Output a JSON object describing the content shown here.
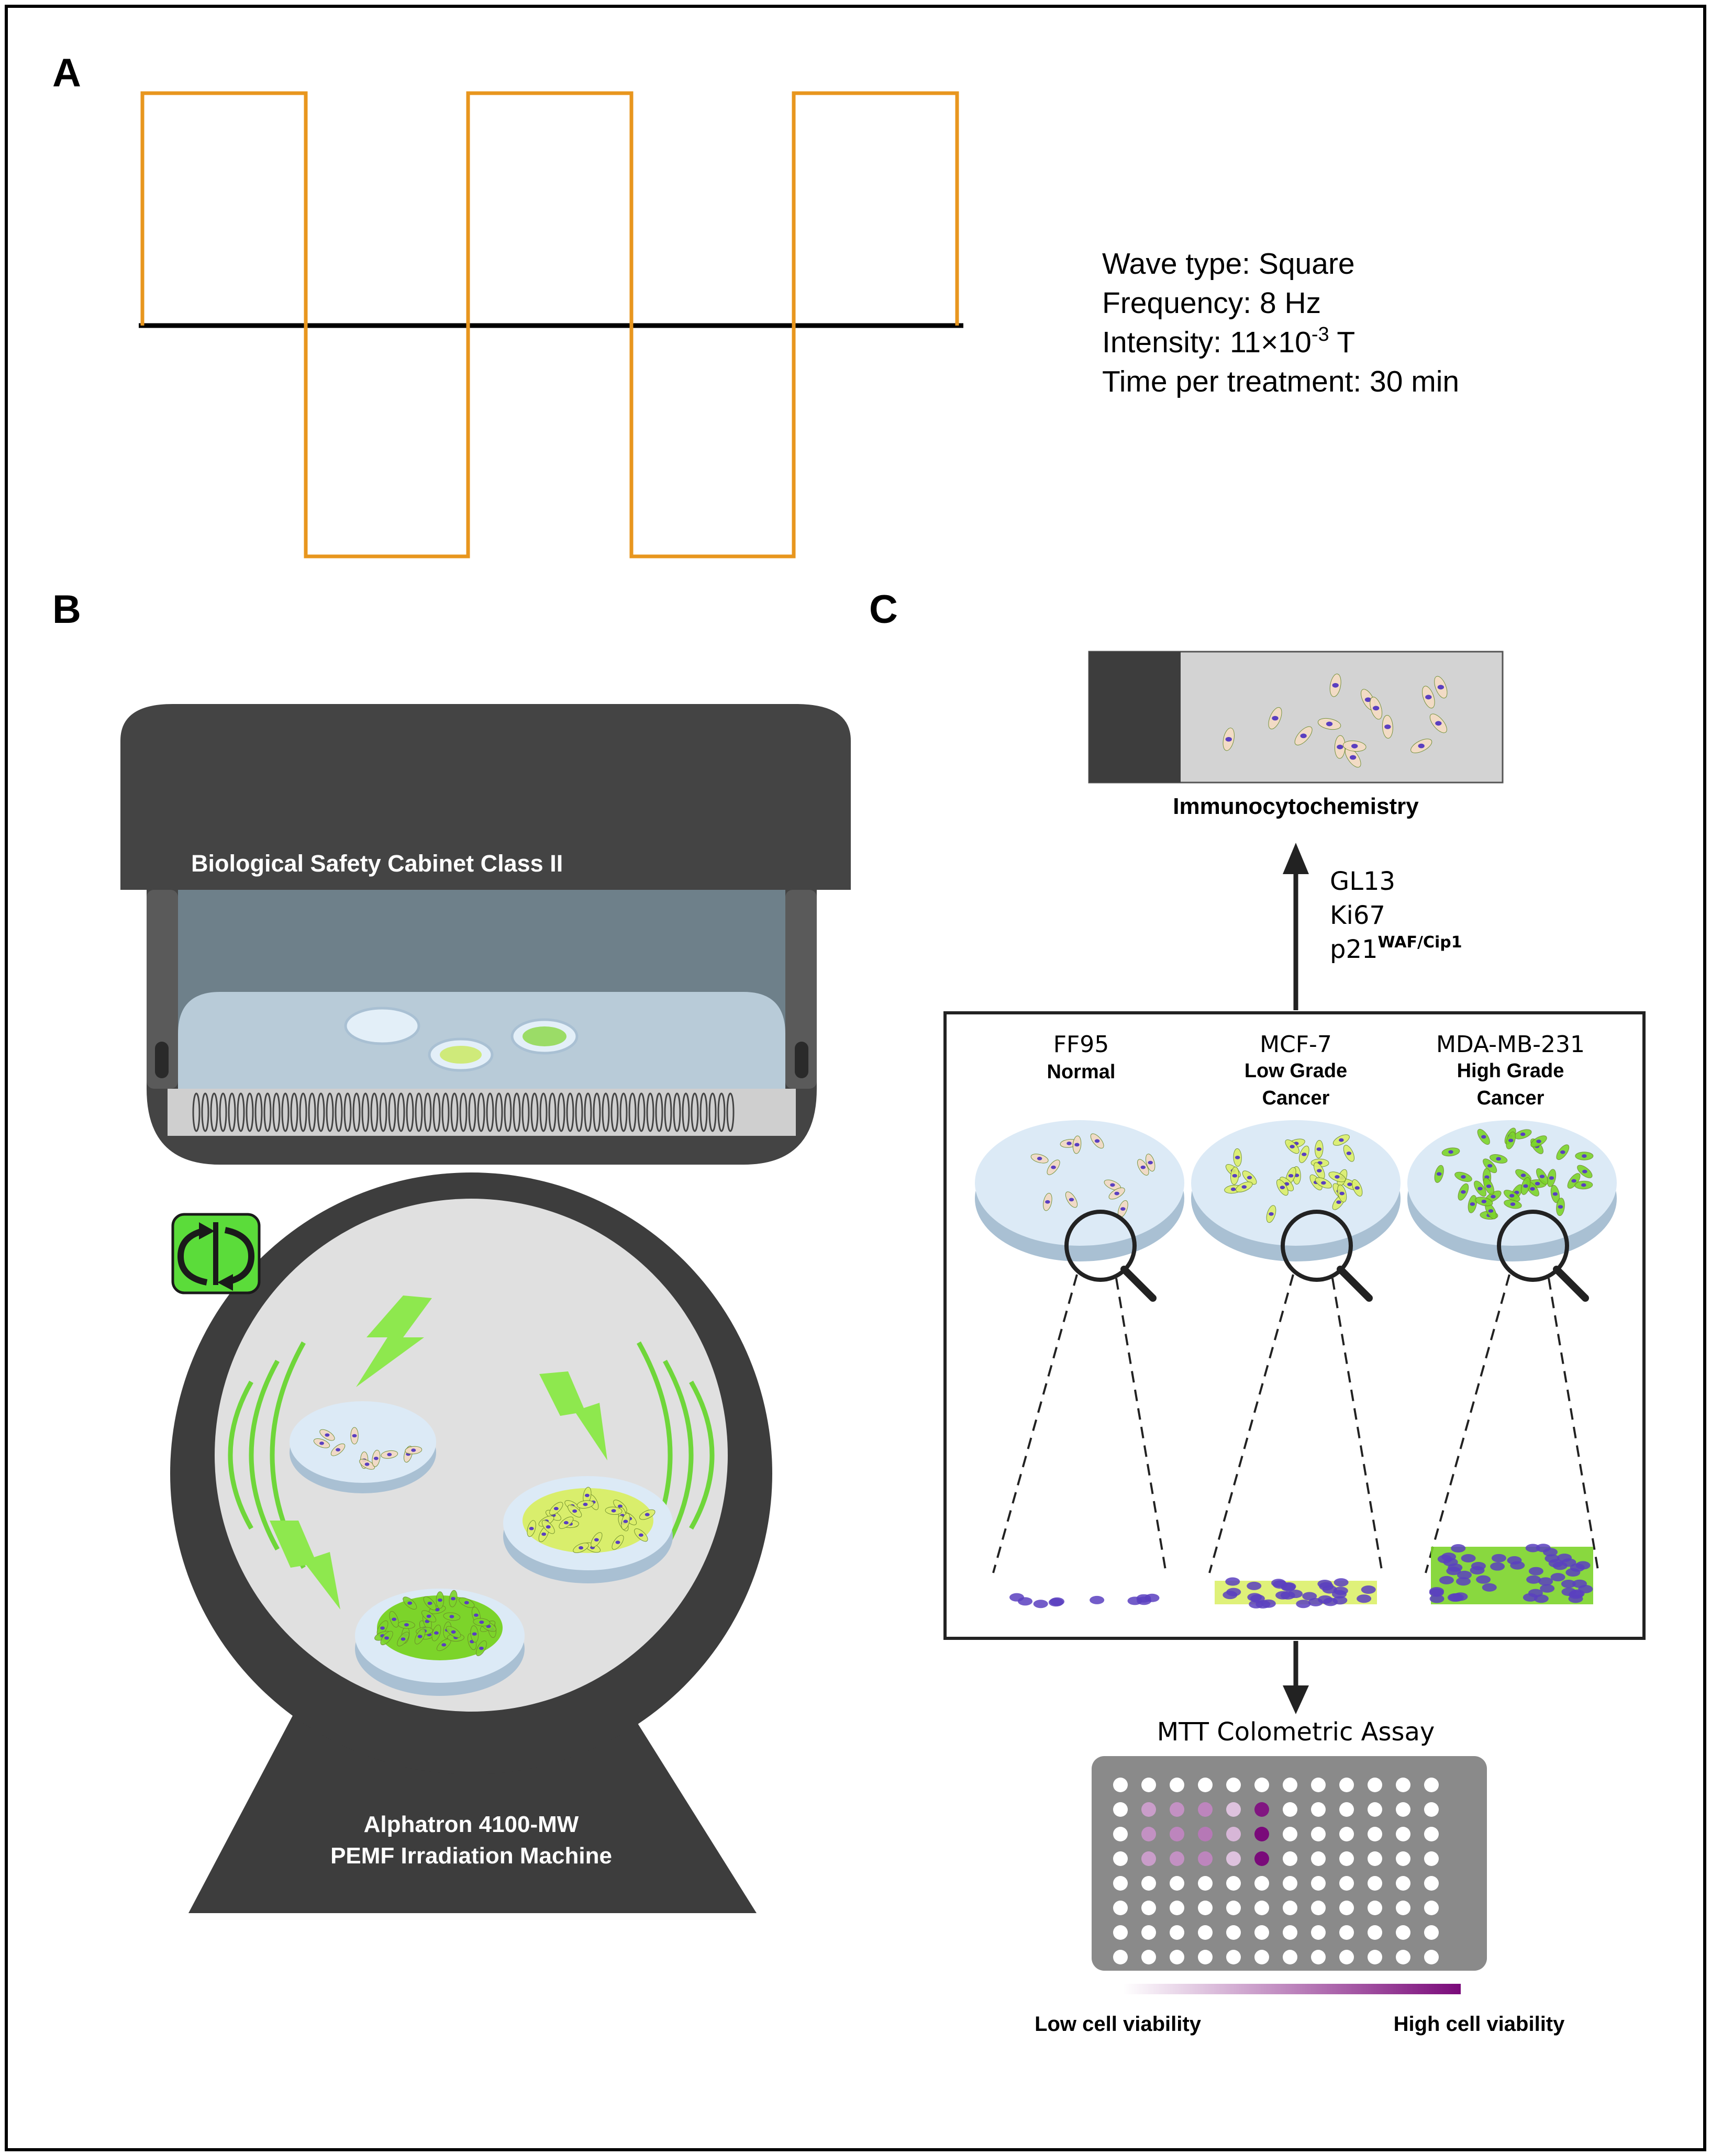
{
  "panels": {
    "a": "A",
    "b": "B",
    "c": "C"
  },
  "wave": {
    "params": [
      "Wave type: Square",
      "Frequency: 8 Hz",
      "Intensity: 11×10",
      "Time per treatment: 30 min"
    ],
    "intensity_exponent": "-3",
    "intensity_unit": " T",
    "cycles": 3,
    "color": "#E8961E"
  },
  "cabinet": {
    "label": "Biological Safety Cabinet Class II"
  },
  "machine": {
    "label_line1": "Alphatron 4100-MW",
    "label_line2": "PEMF Irradiation Machine",
    "icon": "rotation-arrows-icon"
  },
  "icc": {
    "label": "Immunocytochemistry",
    "markers": [
      "GL13",
      "Ki67",
      "p21"
    ],
    "p21_superscript": "WAF/Cip1"
  },
  "cell_lines": [
    {
      "name": "FF95",
      "desc_line1": "Normal",
      "desc_line2": ""
    },
    {
      "name": "MCF-7",
      "desc_line1": "Low Grade",
      "desc_line2": "Cancer"
    },
    {
      "name": "MDA-MB-231",
      "desc_line1": "High Grade",
      "desc_line2": "Cancer"
    }
  ],
  "mtt": {
    "title": "MTT Colometric Assay",
    "low_label": "Low cell viability",
    "high_label": "High cell viability",
    "colors": {
      "plate": "#8a8a8a",
      "well": "#ffffff",
      "high": "#7a0a7a"
    }
  },
  "colors": {
    "cabinet_dark": "#444444",
    "machine_dark": "#3d3d3d",
    "cell_green": "#7cd42a",
    "cell_yellow": "#dcef6a",
    "nucleus": "#5a3fc0",
    "dish": "#cfe3f2"
  }
}
